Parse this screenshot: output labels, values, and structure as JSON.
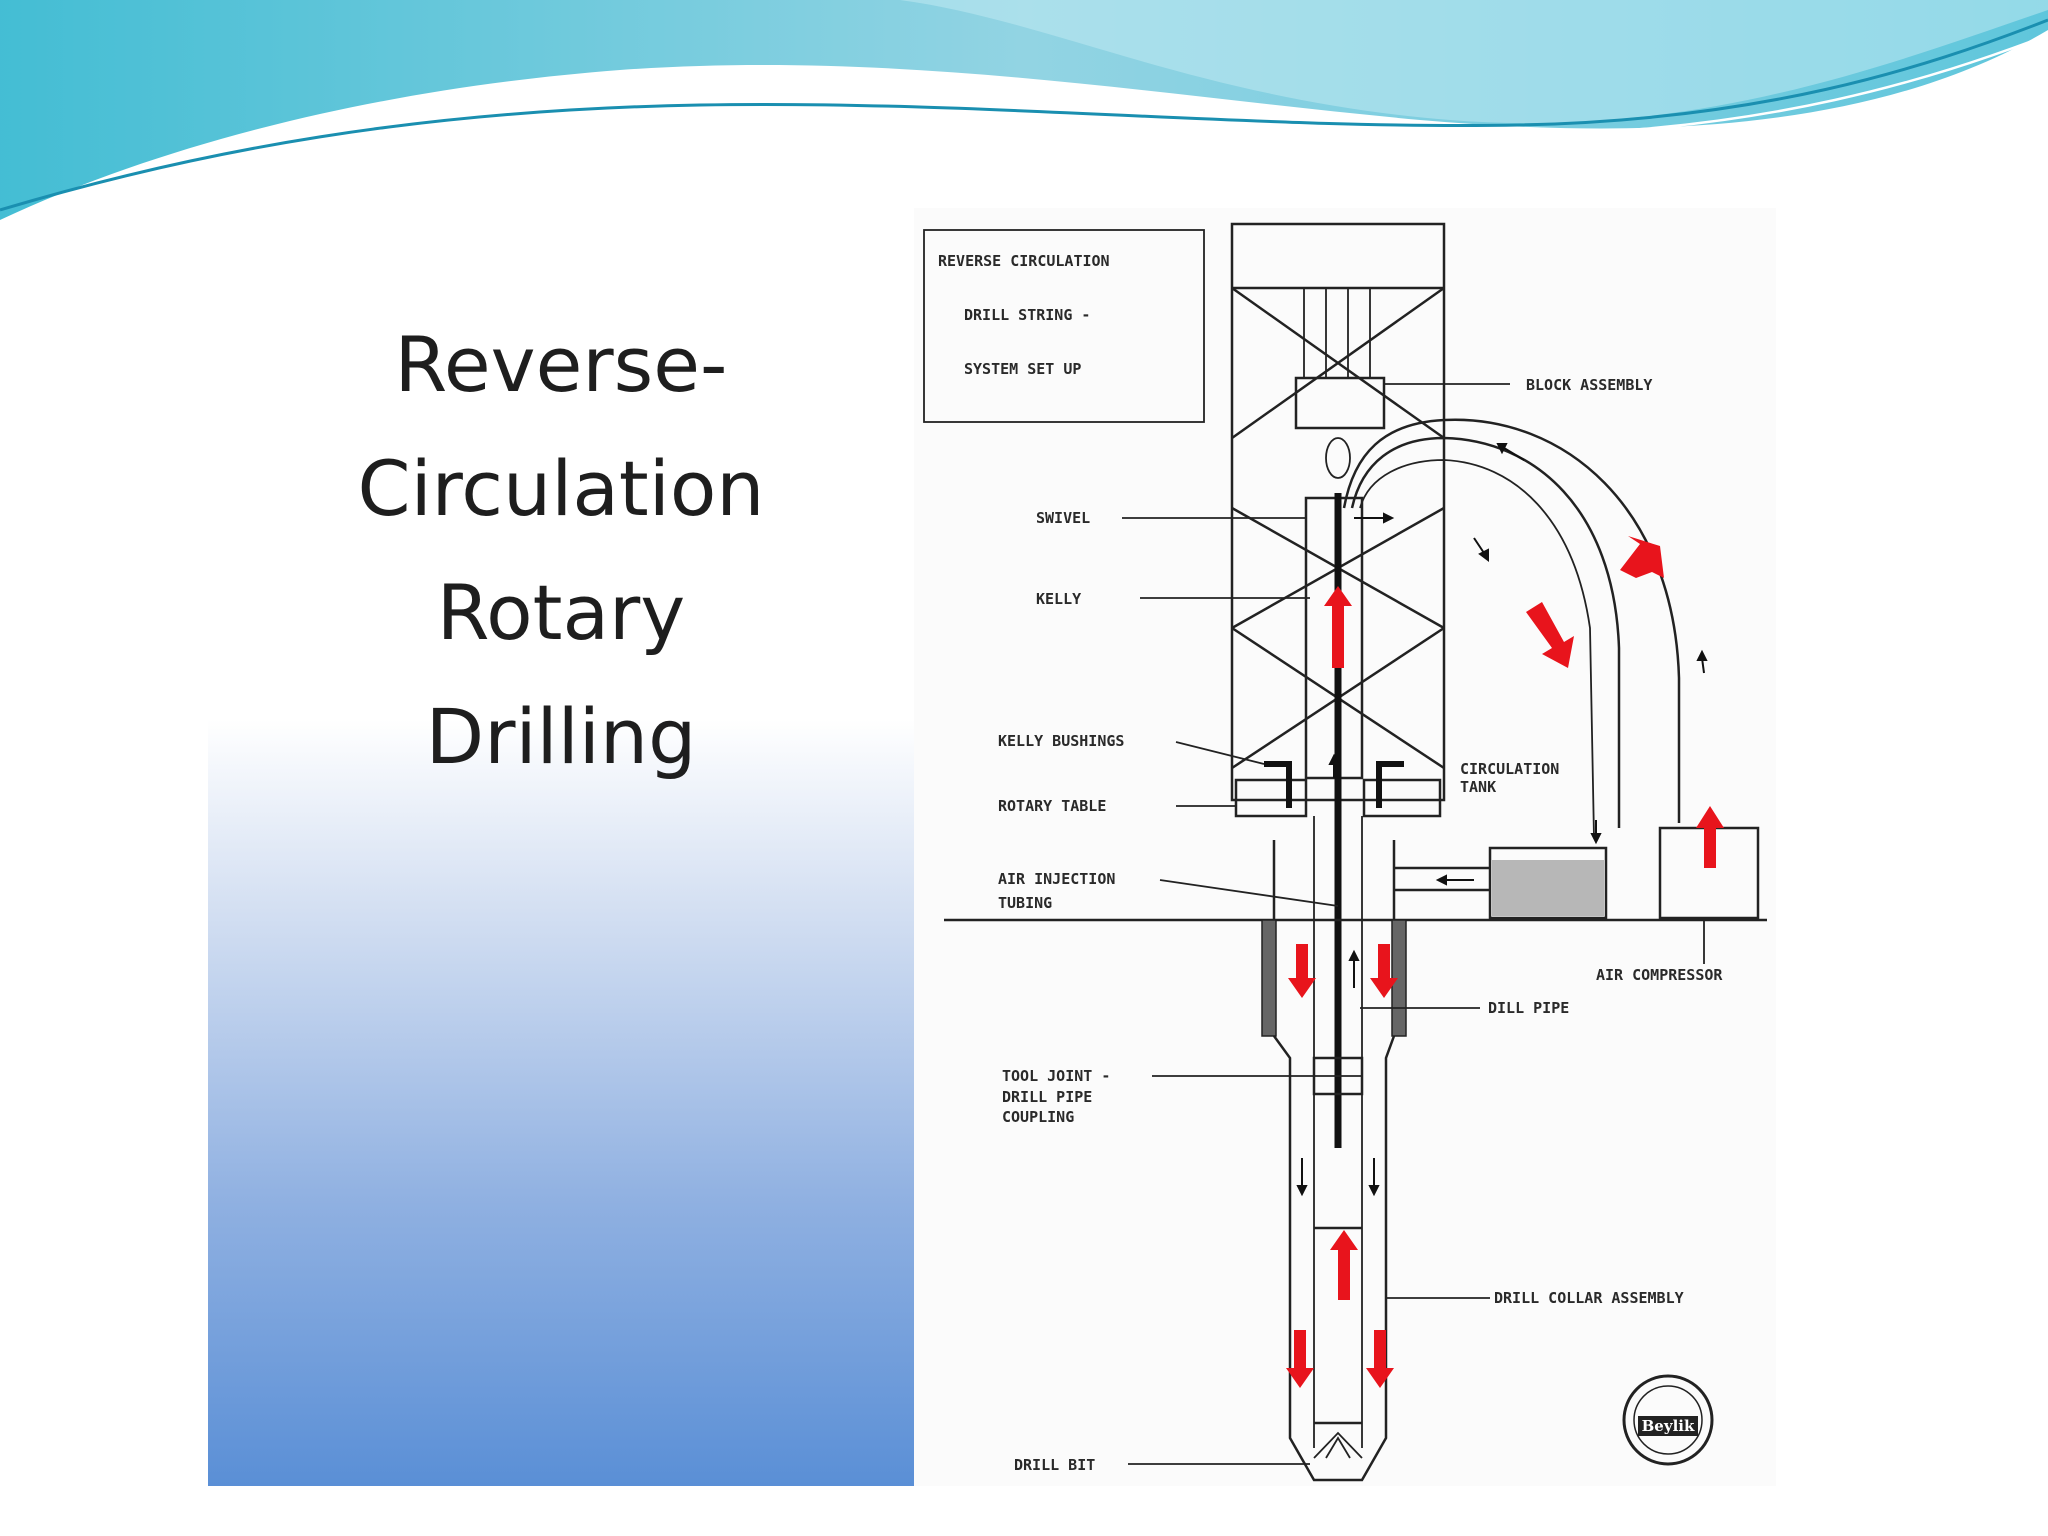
{
  "slide": {
    "title_lines": [
      "Reverse-",
      "Circulation",
      "Rotary",
      "Drilling"
    ]
  },
  "diagram": {
    "box_lines": [
      "REVERSE CIRCULATION",
      "DRILL STRING -",
      "SYSTEM SET UP"
    ],
    "labels": {
      "block_assembly": "BLOCK ASSEMBLY",
      "swivel": "SWIVEL",
      "kelly": "KELLY",
      "kelly_bushings": "KELLY BUSHINGS",
      "rotary_table": "ROTARY TABLE",
      "circulation_tank_1": "CIRCULATION",
      "circulation_tank_2": "TANK",
      "air_injection_1": "AIR INJECTION",
      "air_injection_2": "TUBING",
      "air_compressor": "AIR COMPRESSOR",
      "drill_pipe": "DILL PIPE",
      "tool_joint_1": "TOOL JOINT -",
      "tool_joint_2": "DRILL PIPE",
      "tool_joint_3": "COUPLING",
      "drill_collar": "DRILL COLLAR ASSEMBLY",
      "drill_bit": "DRILL BIT"
    },
    "logo_text": "Beylik",
    "colors": {
      "flow_arrow": "#e8141c",
      "panel_gradient_bottom": "#5a8fd6",
      "wave_teal": "#5bc8dc"
    }
  }
}
